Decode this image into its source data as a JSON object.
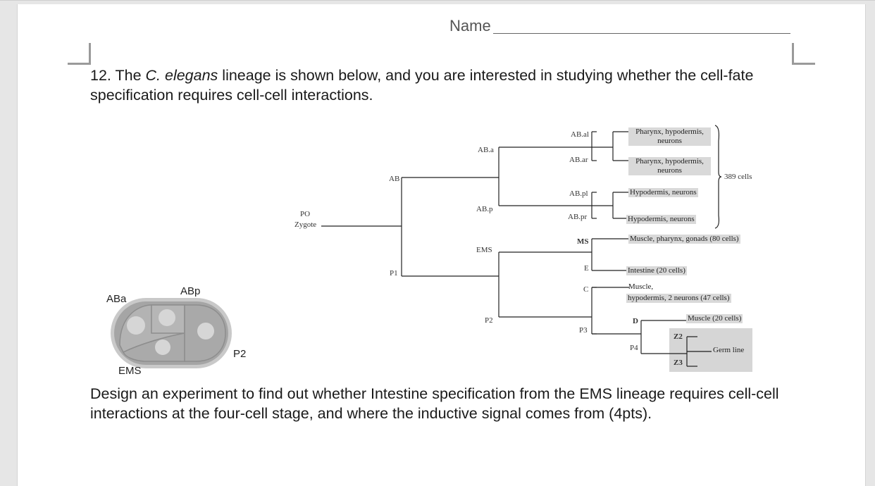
{
  "header": {
    "name_label": "Name"
  },
  "question": {
    "number": "12.",
    "text_before": "The ",
    "species": "C. elegans",
    "text_after": " lineage is shown below, and you are interested in studying whether the cell-fate specification requires cell-cell interactions.",
    "task": "Design an experiment to find out whether Intestine specification from the EMS lineage requires cell-cell interactions at the four-cell stage, and where the inductive signal comes from (4pts)."
  },
  "embryo": {
    "labels": {
      "aba": "ABa",
      "abp": "ABp",
      "p2": "P2",
      "ems": "EMS"
    },
    "colors": {
      "outer": "#c9c9c9",
      "cell": "#9f9f9f",
      "nucleus": "#d6d6d6"
    }
  },
  "lineage": {
    "zygote": {
      "line1": "PO",
      "line2": "Zygote"
    },
    "nodes": {
      "ab": "AB",
      "p1": "P1",
      "aba": "AB.a",
      "abp": "AB.p",
      "ems": "EMS",
      "p2": "P2",
      "abal": "AB.al",
      "abar": "AB.ar",
      "abpl": "AB.pl",
      "abpr": "AB.pr",
      "ms": "MS",
      "e": "E",
      "c": "C",
      "p3": "P3",
      "d": "D",
      "p4": "P4",
      "z2": "Z2",
      "z3": "Z3"
    },
    "fates": {
      "abal": "Pharynx, hypodermis, neurons",
      "abar": "Pharynx, hypodermis, neurons",
      "abpl": "Hypodermis, neurons",
      "abpr": "Hypodermis, neurons",
      "ms": "Muscle, pharynx, gonads (80 cells)",
      "e": "Intestine (20 cells)",
      "c_line1": "Muscle,",
      "c_line2": "hypodermis, 2 neurons (47 cells)",
      "d": "Muscle (20 cells)",
      "germ": "Germ line"
    },
    "ab_total": "389 cells"
  }
}
